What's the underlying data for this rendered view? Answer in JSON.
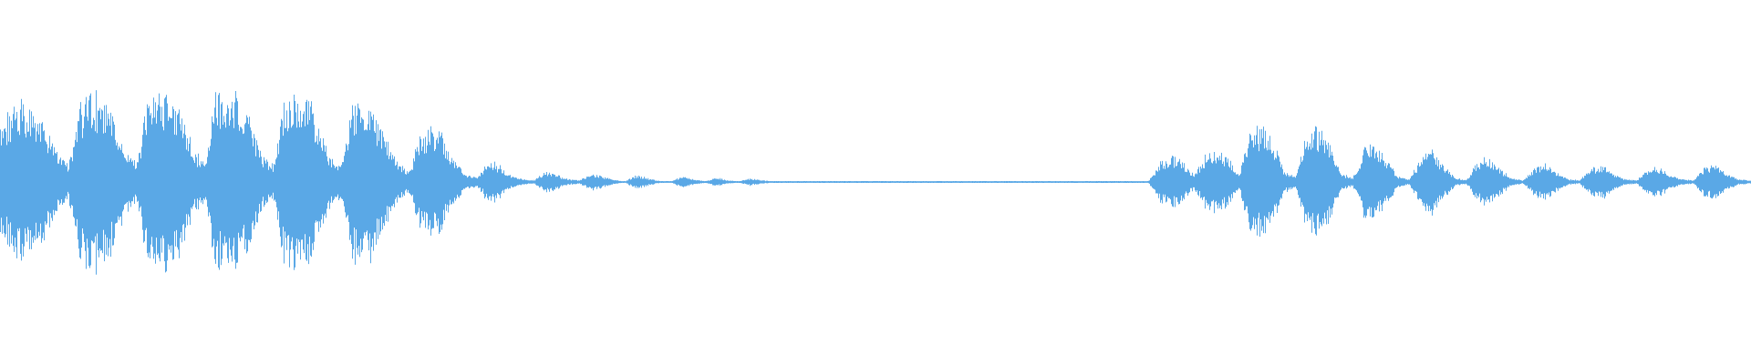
{
  "waveform": {
    "color": "#5aa8e6",
    "background": "#ffffff",
    "peak_envelope": [
      0.62,
      0.74,
      0.85,
      0.78,
      0.6,
      0.32,
      0.18,
      0.86,
      0.95,
      0.9,
      0.72,
      0.35,
      0.2,
      0.92,
      1.0,
      0.95,
      0.7,
      0.34,
      0.22,
      0.94,
      0.98,
      0.9,
      0.66,
      0.3,
      0.18,
      0.96,
      1.02,
      0.95,
      0.62,
      0.28,
      0.18,
      0.8,
      0.88,
      0.74,
      0.45,
      0.2,
      0.12,
      0.55,
      0.62,
      0.48,
      0.22,
      0.08,
      0.05,
      0.24,
      0.18,
      0.06,
      0.03,
      0.02,
      0.12,
      0.08,
      0.03,
      0.02,
      0.1,
      0.06,
      0.02,
      0.01,
      0.08,
      0.04,
      0.01,
      0.01,
      0.06,
      0.03,
      0.01,
      0.05,
      0.02,
      0.01,
      0.04,
      0.02,
      0.005,
      0.005,
      0.005,
      0.005,
      0.005,
      0.005,
      0.005,
      0.005,
      0.005,
      0.005,
      0.005,
      0.005,
      0.005,
      0.005,
      0.005,
      0.005,
      0.005,
      0.005,
      0.005,
      0.005,
      0.005,
      0.005,
      0.005,
      0.005,
      0.005,
      0.005,
      0.005,
      0.005,
      0.005,
      0.005,
      0.005,
      0.005,
      0.005,
      0.005,
      0.2,
      0.28,
      0.22,
      0.08,
      0.28,
      0.34,
      0.25,
      0.1,
      0.54,
      0.62,
      0.44,
      0.12,
      0.05,
      0.56,
      0.58,
      0.44,
      0.1,
      0.04,
      0.38,
      0.42,
      0.24,
      0.06,
      0.03,
      0.28,
      0.34,
      0.18,
      0.05,
      0.02,
      0.22,
      0.28,
      0.14,
      0.04,
      0.02,
      0.16,
      0.2,
      0.1,
      0.03,
      0.02,
      0.16,
      0.18,
      0.08,
      0.03,
      0.02,
      0.14,
      0.16,
      0.08,
      0.03,
      0.02,
      0.16,
      0.18,
      0.08,
      0.03,
      0.02
    ]
  }
}
